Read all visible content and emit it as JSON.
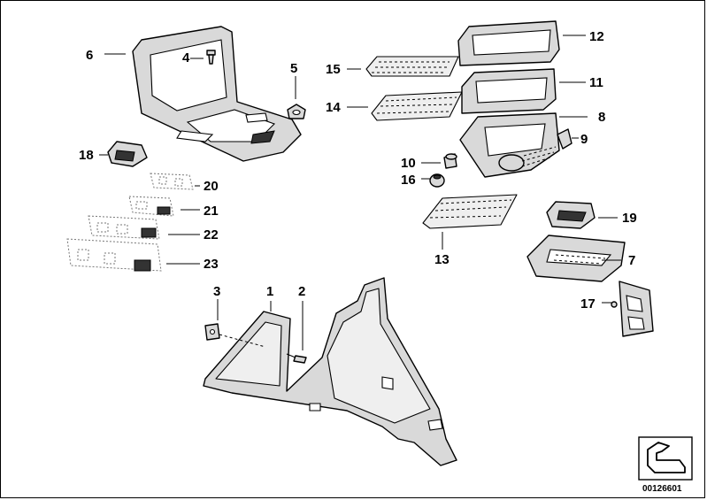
{
  "parts": [
    {
      "id": "1",
      "label": "1"
    },
    {
      "id": "2",
      "label": "2"
    },
    {
      "id": "3",
      "label": "3"
    },
    {
      "id": "4",
      "label": "4"
    },
    {
      "id": "5",
      "label": "5"
    },
    {
      "id": "6",
      "label": "6"
    },
    {
      "id": "7",
      "label": "7"
    },
    {
      "id": "8",
      "label": "8"
    },
    {
      "id": "9",
      "label": "9"
    },
    {
      "id": "10",
      "label": "10"
    },
    {
      "id": "11",
      "label": "11"
    },
    {
      "id": "12",
      "label": "12"
    },
    {
      "id": "13",
      "label": "13"
    },
    {
      "id": "14",
      "label": "14"
    },
    {
      "id": "15",
      "label": "15"
    },
    {
      "id": "16",
      "label": "16"
    },
    {
      "id": "17",
      "label": "17"
    },
    {
      "id": "18",
      "label": "18"
    },
    {
      "id": "19",
      "label": "19"
    },
    {
      "id": "20",
      "label": "20"
    },
    {
      "id": "21",
      "label": "21"
    },
    {
      "id": "22",
      "label": "22"
    },
    {
      "id": "23",
      "label": "23"
    }
  ],
  "diagram_code": "00126601",
  "colors": {
    "line": "#000000",
    "fill": "#d9d9d9",
    "background": "#ffffff"
  }
}
